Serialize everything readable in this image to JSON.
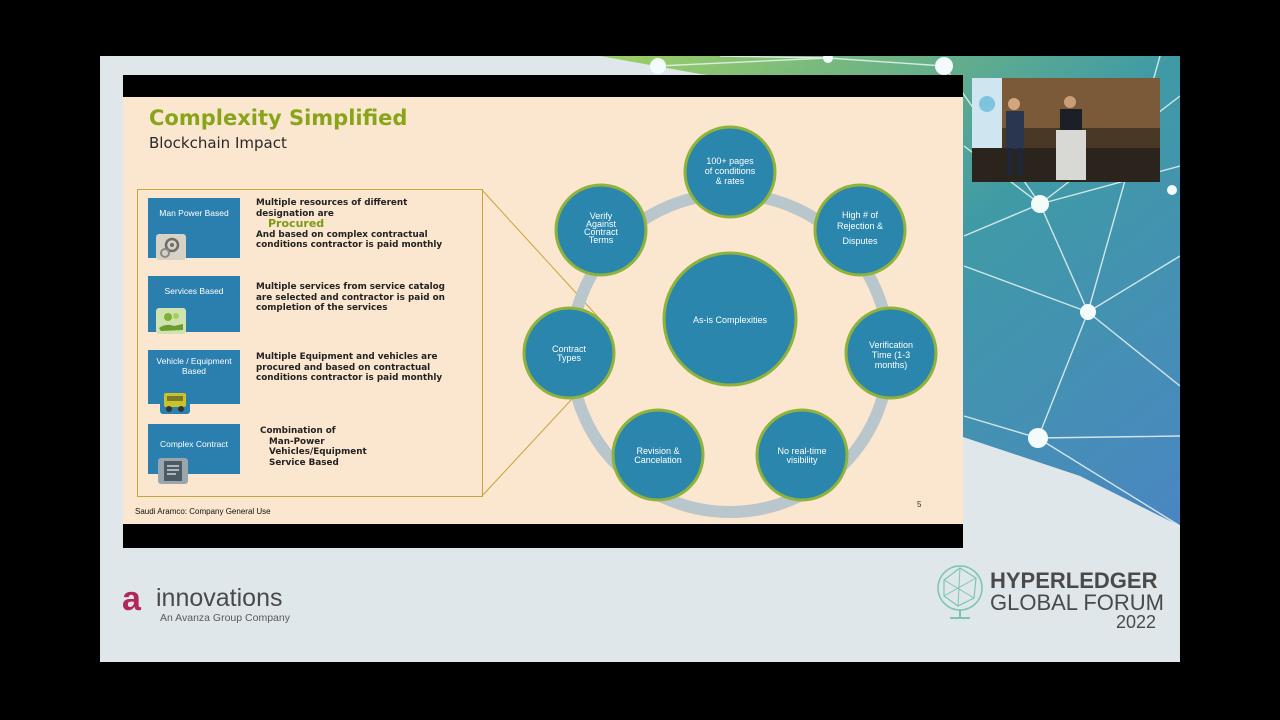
{
  "slide": {
    "title": "Complexity Simplified",
    "subtitle": "Blockchain Impact",
    "footer": "Saudi Aramco: Company General Use",
    "page_number": "5",
    "rows": [
      {
        "box": "Man Power Based",
        "icon": "gears-icon",
        "text_pre": "Multiple resources of different designation are",
        "highlight": "Procured",
        "text_post": "And based on complex contractual conditions contractor is paid monthly"
      },
      {
        "box": "Services Based",
        "icon": "service-hand-icon",
        "text": "Multiple services from service catalog are selected and contractor is paid on completion of the services"
      },
      {
        "box": "Vehicle / Equipment Based",
        "icon": "truck-icon",
        "text": "Multiple Equipment and vehicles are procured and based on contractual conditions contractor is paid monthly"
      },
      {
        "box": "Complex Contract",
        "icon": "document-icon",
        "text_lines": [
          "Combination of",
          "Man-Power",
          "Vehicles/Equipment",
          "Service Based"
        ]
      }
    ],
    "diagram": {
      "center": "As-is Complexities",
      "nodes": [
        [
          "100+ pages",
          "of conditions",
          "& rates"
        ],
        [
          "High # of",
          "Rejection &",
          "Disputes"
        ],
        [
          "Verification",
          "Time (1-3",
          "months)"
        ],
        [
          "No real-time",
          "visibility"
        ],
        [
          "Revision &",
          "Cancelation"
        ],
        [
          "Contract",
          "Types"
        ],
        [
          "Verify",
          "Against",
          "Contract",
          "Terms"
        ]
      ]
    }
  },
  "branding": {
    "left_logo_mark": "a",
    "left_logo_name": "innovations",
    "left_logo_tagline": "An Avanza Group Company",
    "right_logo_line1": "HYPERLEDGER",
    "right_logo_line2": "GLOBAL FORUM",
    "right_logo_year": "2022"
  },
  "colors": {
    "accent_green": "#88a51a",
    "node_blue": "#2a86ad",
    "box_blue": "#2a7fae",
    "slide_bg": "#fbe6cf"
  }
}
